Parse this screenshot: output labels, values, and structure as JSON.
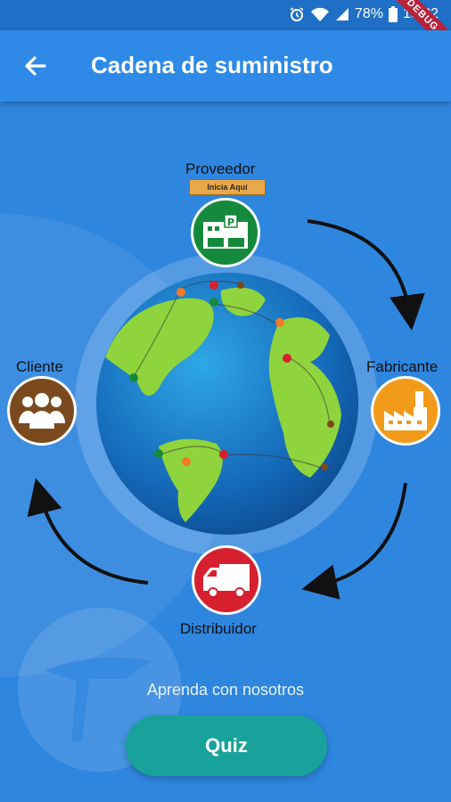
{
  "status_bar": {
    "battery": "78%",
    "time": "13:22",
    "debug_label": "DEBUG"
  },
  "app_bar": {
    "title": "Cadena de suministro"
  },
  "cycle": {
    "proveedor": {
      "label": "Proveedor",
      "badge": "Inicia Aquí",
      "color": "#168a3c"
    },
    "fabricante": {
      "label": "Fabricante",
      "color": "#f29b1b"
    },
    "distribuidor": {
      "label": "Distribuidor",
      "color": "#d6202f"
    },
    "cliente": {
      "label": "Cliente",
      "color": "#7a4a1e"
    }
  },
  "footer": {
    "tagline": "Aprenda con nosotros",
    "quiz_label": "Quiz"
  },
  "colors": {
    "background": "#2f86df",
    "app_bar": "#2e8ae6",
    "quiz_button": "#17a39b"
  }
}
